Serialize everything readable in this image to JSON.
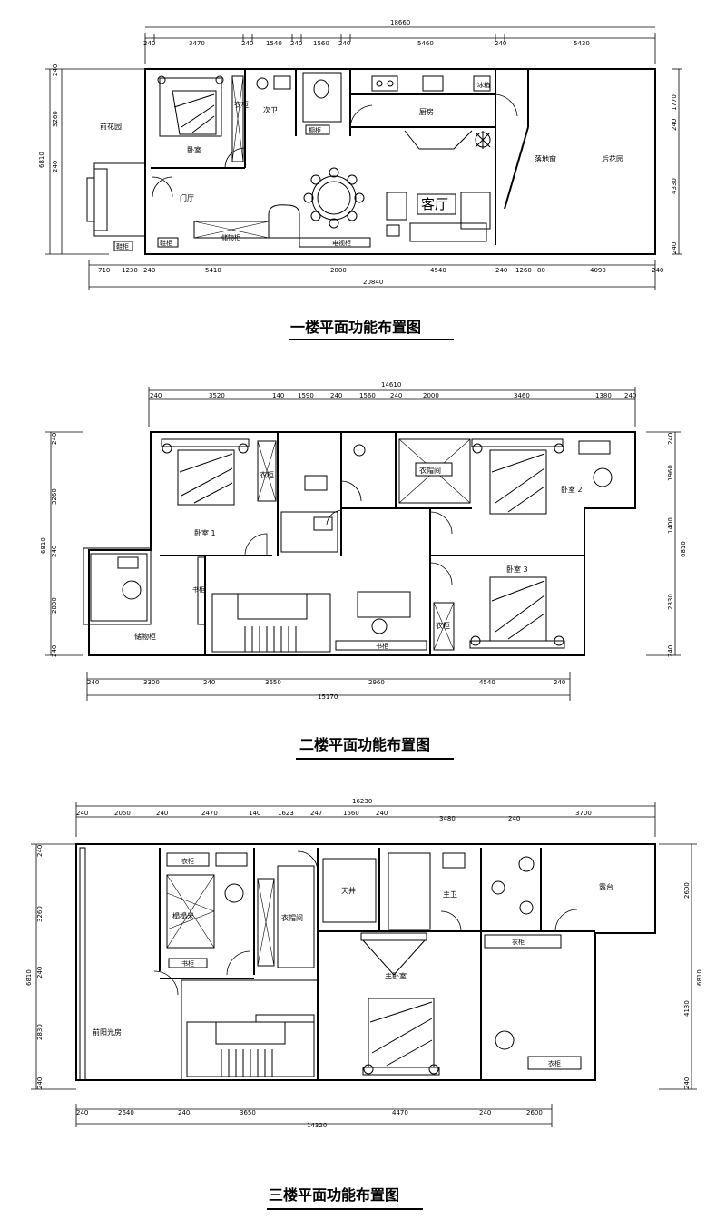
{
  "plans": {
    "floor1": {
      "title": "一楼平面功能布置图",
      "dims_top": [
        "240",
        "3470",
        "240",
        "1540",
        "240",
        "1560",
        "240",
        "5460",
        "240",
        "5430"
      ],
      "dims_top_total": "18660",
      "dims_bottom": [
        "710",
        "1230",
        "240",
        "5410",
        "2800",
        "4540",
        "240",
        "1260",
        "80",
        "4090",
        "240"
      ],
      "dims_bottom_total": "20840",
      "dims_left": [
        "3260",
        "240",
        "240"
      ],
      "dims_left_total": "6810",
      "dims_right": [
        "1770",
        "240",
        "4330",
        "240"
      ],
      "rooms": {
        "front_garden": "前花园",
        "bedroom": "卧室",
        "wardrobe": "衣柜",
        "sec_bath": "次卫",
        "kitchen": "厨房",
        "ref": "冰箱",
        "cabinet": "橱柜",
        "french_window": "落地窗",
        "back_garden": "后花园",
        "foyer": "门厅",
        "storage": "储物柜",
        "living": "客厅",
        "shoe": "鞋柜",
        "shoe2": "鞋柜",
        "tv": "电视柜"
      }
    },
    "floor2": {
      "title": "二楼平面功能布置图",
      "dims_top": [
        "240",
        "3520",
        "140",
        "1590",
        "240",
        "1560",
        "240",
        "2000",
        "3460",
        "1380",
        "240"
      ],
      "dims_top_total": "14610",
      "dims_bottom": [
        "240",
        "3300",
        "240",
        "3650",
        "2960",
        "4540",
        "240"
      ],
      "dims_bottom_total": "15170",
      "dims_left": [
        "240",
        "3260",
        "240",
        "2830",
        "240"
      ],
      "dims_left_total": "6810",
      "dims_right": [
        "240",
        "1960",
        "1400",
        "2830",
        "240"
      ],
      "rooms": {
        "bed1": "卧室 1",
        "bed2": "卧室 2",
        "bed3": "卧室 3",
        "wardrobe": "衣柜",
        "cloak": "衣帽间",
        "bookcase": "书柜",
        "bookcase2": "书柜",
        "storage": "储物柜",
        "wardrobe3": "衣柜"
      }
    },
    "floor3": {
      "title": "三楼平面功能布置图",
      "dims_top": [
        "240",
        "2050",
        "240",
        "2470",
        "140",
        "1623",
        "247",
        "1560",
        "240",
        "3480",
        "240",
        "3700"
      ],
      "dims_top_total": "16230",
      "dims_bottom": [
        "240",
        "2640",
        "240",
        "3650",
        "4470",
        "240",
        "2600"
      ],
      "dims_bottom_total": "14320",
      "dims_left": [
        "240",
        "3260",
        "240",
        "2830",
        "240"
      ],
      "dims_left_total": "6810",
      "dims_right": [
        "2600",
        "4130",
        "240"
      ],
      "rooms": {
        "wardrobe_a": "衣柜",
        "tatami": "榻榻米",
        "bookcase": "书柜",
        "cloak": "衣帽间",
        "skylight": "天井",
        "master_bath": "主卫",
        "terrace": "露台",
        "wardrobe_b": "衣柜",
        "master_bed": "主卧室",
        "sunroom": "前阳光房",
        "wardrobe_c": "衣柜"
      }
    }
  }
}
